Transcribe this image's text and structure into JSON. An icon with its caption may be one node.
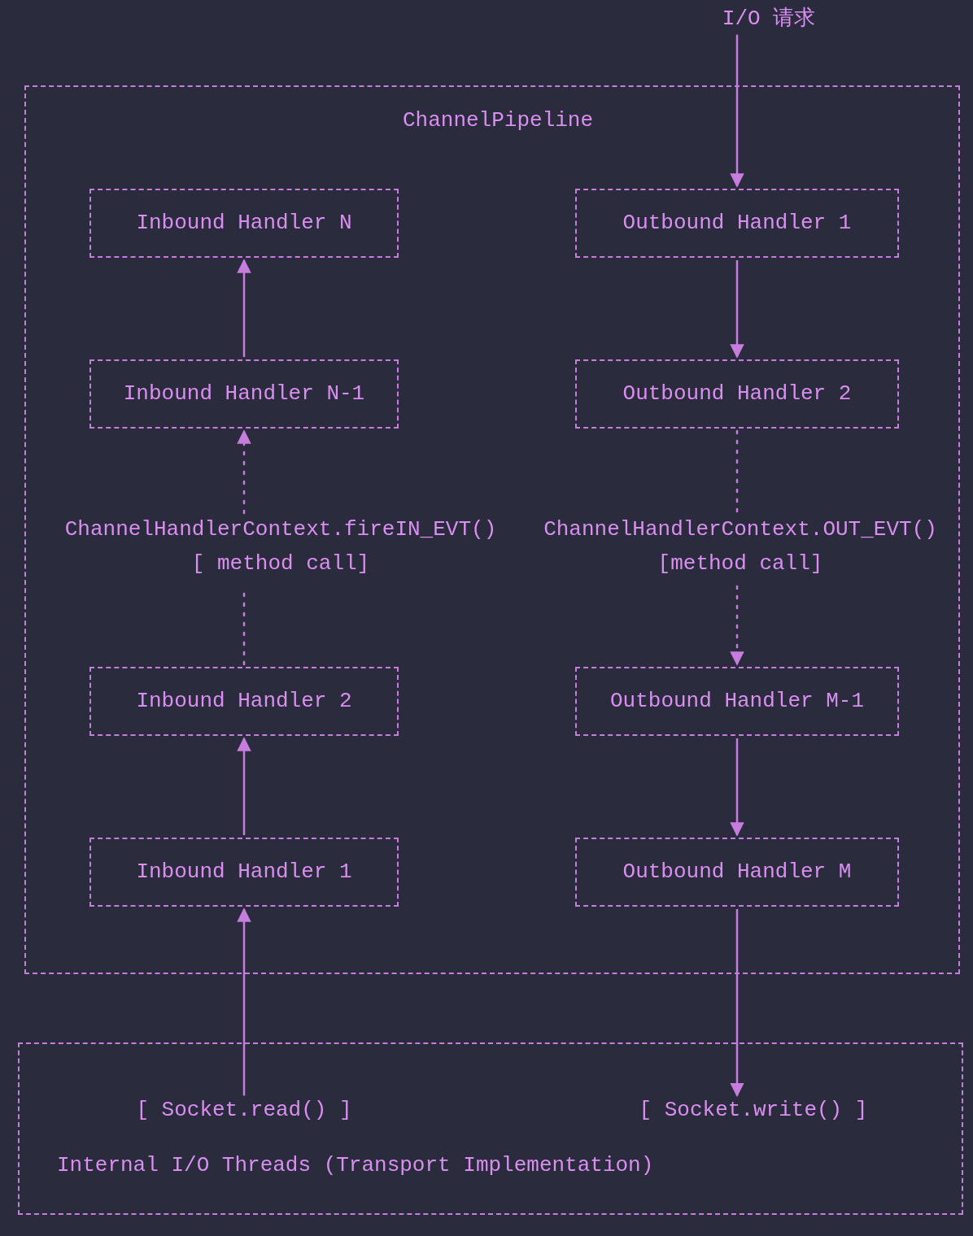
{
  "diagram": {
    "nodes": [
      {
        "text": [
          "I/O 请求"
        ]
      },
      {
        "text": [
          "ChannelPipeline"
        ]
      },
      {
        "text": [
          "Inbound Handler N"
        ],
        "in": 1
      },
      {
        "text": [
          "Outbound Handler 1"
        ],
        "in": 1
      },
      {
        "text": [
          "Inbound Handler N-1"
        ],
        "in": 1
      },
      {
        "text": [
          "Outbound Handler 2"
        ],
        "in": 1
      },
      {
        "text": [
          "Inbound Handler 2"
        ],
        "in": 1
      },
      {
        "text": [
          "Outbound Handler M-1"
        ],
        "in": 1
      },
      {
        "text": [
          "Inbound Handler 1"
        ],
        "in": 1
      },
      {
        "text": [
          "Outbound Handler M"
        ],
        "in": 1
      },
      {
        "text": [
          "Internal I/O Threads (Transport Implementation)"
        ]
      },
      {
        "text": [
          "[ Socket.read() ]"
        ],
        "in": 10
      },
      {
        "text": [
          "[ Socket.write() ]"
        ],
        "in": 10
      },
      {
        "text": [
          "ChannelHandlerContext.fireIN_EVT()",
          "[ method call]"
        ],
        "in": 1
      },
      {
        "text": [
          "ChannelHandlerContext.OUT_EVT()",
          "[method call]"
        ],
        "in": 1
      }
    ],
    "edges": [
      {
        "from": 0,
        "to": 3,
        "arrow": "to"
      },
      {
        "from": 3,
        "to": 5,
        "arrow": "to"
      },
      {
        "from": 5,
        "to": 14,
        "arrow": "none",
        "style": "dashed"
      },
      {
        "from": 14,
        "to": 7,
        "arrow": "to",
        "style": "dashed"
      },
      {
        "from": 7,
        "to": 9,
        "arrow": "to"
      },
      {
        "from": 9,
        "to": 12,
        "arrow": "to"
      },
      {
        "from": 11,
        "to": 8,
        "arrow": "to"
      },
      {
        "from": 8,
        "to": 6,
        "arrow": "to"
      },
      {
        "from": 6,
        "to": 13,
        "arrow": "none",
        "style": "dashed"
      },
      {
        "from": 13,
        "to": 4,
        "arrow": "to",
        "style": "dashed"
      },
      {
        "from": 4,
        "to": 2,
        "arrow": "to"
      }
    ]
  }
}
